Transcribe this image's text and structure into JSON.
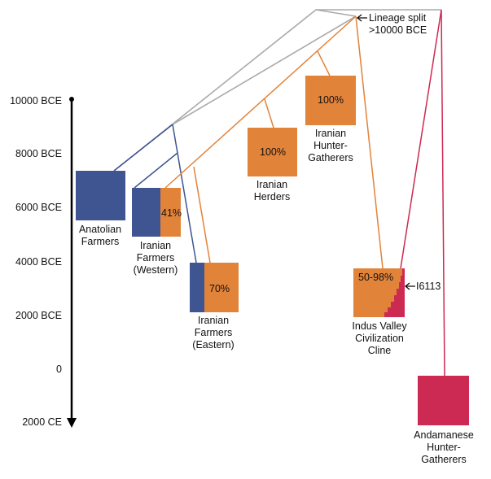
{
  "timeline": {
    "ticks": [
      "10000 BCE",
      "8000 BCE",
      "6000 BCE",
      "4000 BCE",
      "2000 BCE",
      "0",
      "2000 CE"
    ]
  },
  "annotations": {
    "lineage_split": [
      "Lineage split",
      ">10000 BCE"
    ],
    "sample": "I6113"
  },
  "groups": {
    "anatolian": [
      "Anatolian",
      "Farmers"
    ],
    "iranian_western": [
      "Iranian",
      "Farmers",
      "(Western)"
    ],
    "iranian_eastern": [
      "Iranian",
      "Farmers",
      "(Eastern)"
    ],
    "iranian_herders": [
      "Iranian",
      "Herders"
    ],
    "iranian_hg": [
      "Iranian",
      "Hunter-",
      "Gatherers"
    ],
    "ivc": [
      "Indus Valley",
      "Civilization",
      "Cline"
    ],
    "andamanese": [
      "Andamanese",
      "Hunter-",
      "Gatherers"
    ]
  },
  "percentages": {
    "iranian_western": "41%",
    "iranian_eastern": "70%",
    "iranian_herders": "100%",
    "iranian_hg": "100%",
    "ivc": "50-98%"
  },
  "colors": {
    "anatolian_blue": "#3f5592",
    "iranian_orange": "#e2833a",
    "andamanese_pink": "#cc2a52",
    "tree_gray": "#aaaaaa",
    "axis": "#000000"
  }
}
